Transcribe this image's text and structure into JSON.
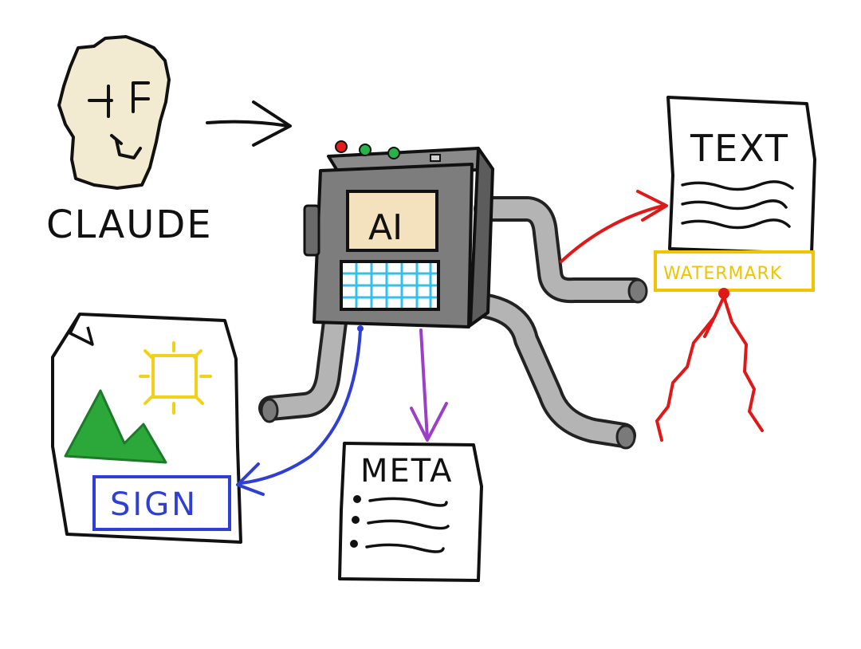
{
  "labels": {
    "claude": "CLAUDE",
    "ai": "AI",
    "text": "TEXT",
    "watermark": "WATERMARK",
    "meta": "META",
    "sign": "SIGN"
  },
  "colors": {
    "face": "#f3ead2",
    "ai_panel": "#f3e2bd",
    "machine": "#7d7d7d",
    "pipe": "#b4b4b4",
    "grid": "#35c0ec",
    "watermark": "#f0c400",
    "red_arrow": "#e01818",
    "blue_arrow": "#2f3fd6",
    "purple_arrow": "#9b3fc9",
    "mountain": "#2ca83a",
    "sun": "#f1d21a"
  },
  "icons": [
    "claude-face-icon",
    "right-arrow-icon",
    "ai-machine-icon",
    "text-document-icon",
    "image-document-icon",
    "meta-document-icon"
  ]
}
